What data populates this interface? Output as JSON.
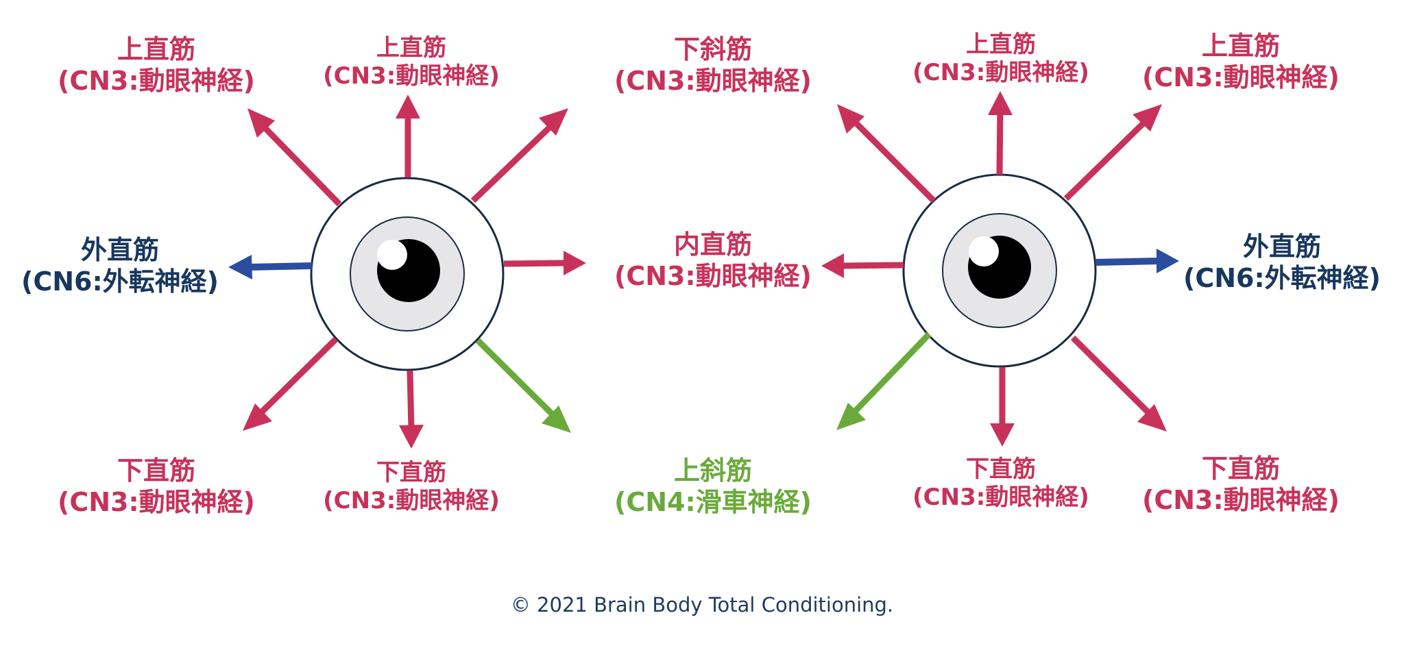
{
  "colors": {
    "red": "#c8325a",
    "blue": "#2a4d9e",
    "green": "#6aaa3c",
    "navy": "#17375e",
    "iris": "#e6e6e8",
    "outline": "#1a2a40"
  },
  "left_eye": {
    "up_left": {
      "muscle": "上直筋",
      "nerve": "(CN3:動眼神経)"
    },
    "up": {
      "muscle": "上直筋",
      "nerve": "(CN3:動眼神経)"
    },
    "up_right": {
      "muscle": "下斜筋",
      "nerve": "(CN3:動眼神経)"
    },
    "left": {
      "muscle": "外直筋",
      "nerve": "(CN6:外転神経)"
    },
    "right": {
      "muscle": "内直筋",
      "nerve": "(CN3:動眼神経)"
    },
    "down_left": {
      "muscle": "下直筋",
      "nerve": "(CN3:動眼神経)"
    },
    "down": {
      "muscle": "下直筋",
      "nerve": "(CN3:動眼神経)"
    },
    "down_right": {
      "muscle": "上斜筋",
      "nerve": "(CN4:滑車神経)"
    }
  },
  "right_eye": {
    "up": {
      "muscle": "上直筋",
      "nerve": "(CN3:動眼神経)"
    },
    "up_right": {
      "muscle": "上直筋",
      "nerve": "(CN3:動眼神経)"
    },
    "right": {
      "muscle": "外直筋",
      "nerve": "(CN6:外転神経)"
    },
    "down": {
      "muscle": "下直筋",
      "nerve": "(CN3:動眼神経)"
    },
    "down_right": {
      "muscle": "下直筋",
      "nerve": "(CN3:動眼神経)"
    }
  },
  "copyright": "© 2021 Brain Body Total Conditioning."
}
